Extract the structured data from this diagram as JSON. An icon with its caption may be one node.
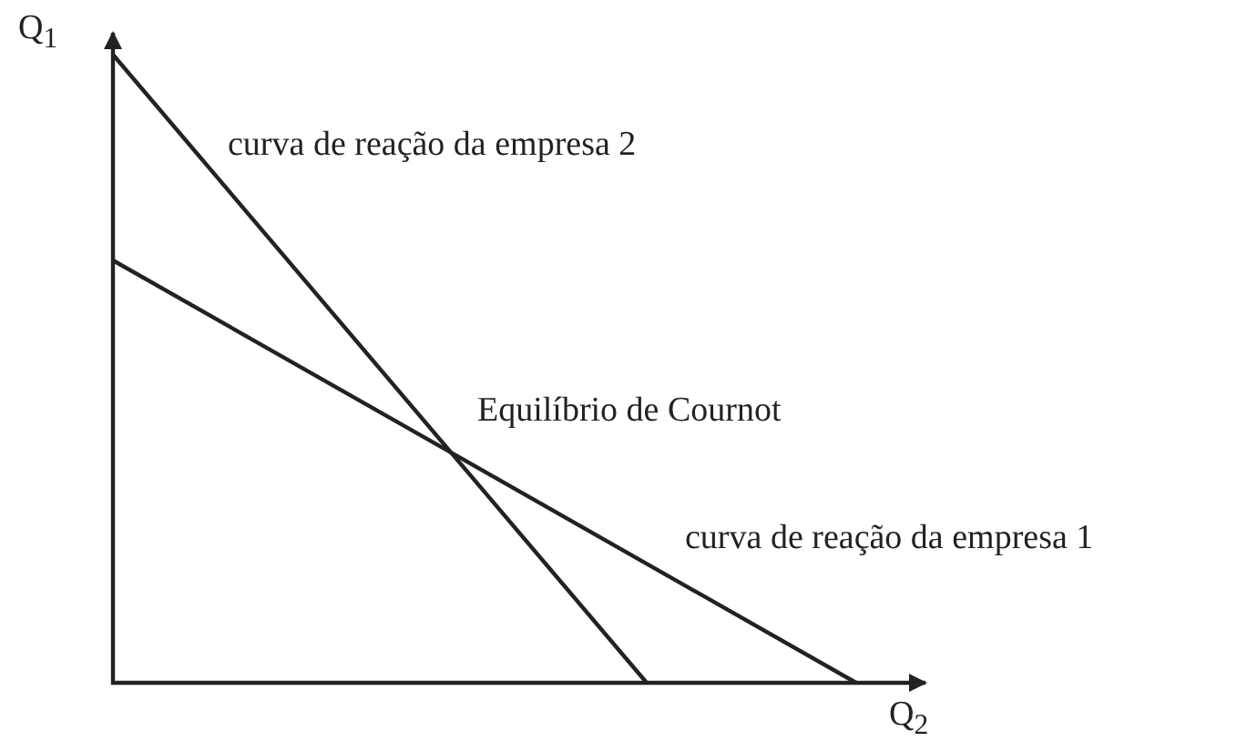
{
  "diagram": {
    "labels": [
      "Q$_{1}$",
      "curva de reação da empresa 2",
      "Equilíbrio de Cournot",
      "curva de reação da empresa 1",
      "Q$_{2}$"
    ]
  }
}
